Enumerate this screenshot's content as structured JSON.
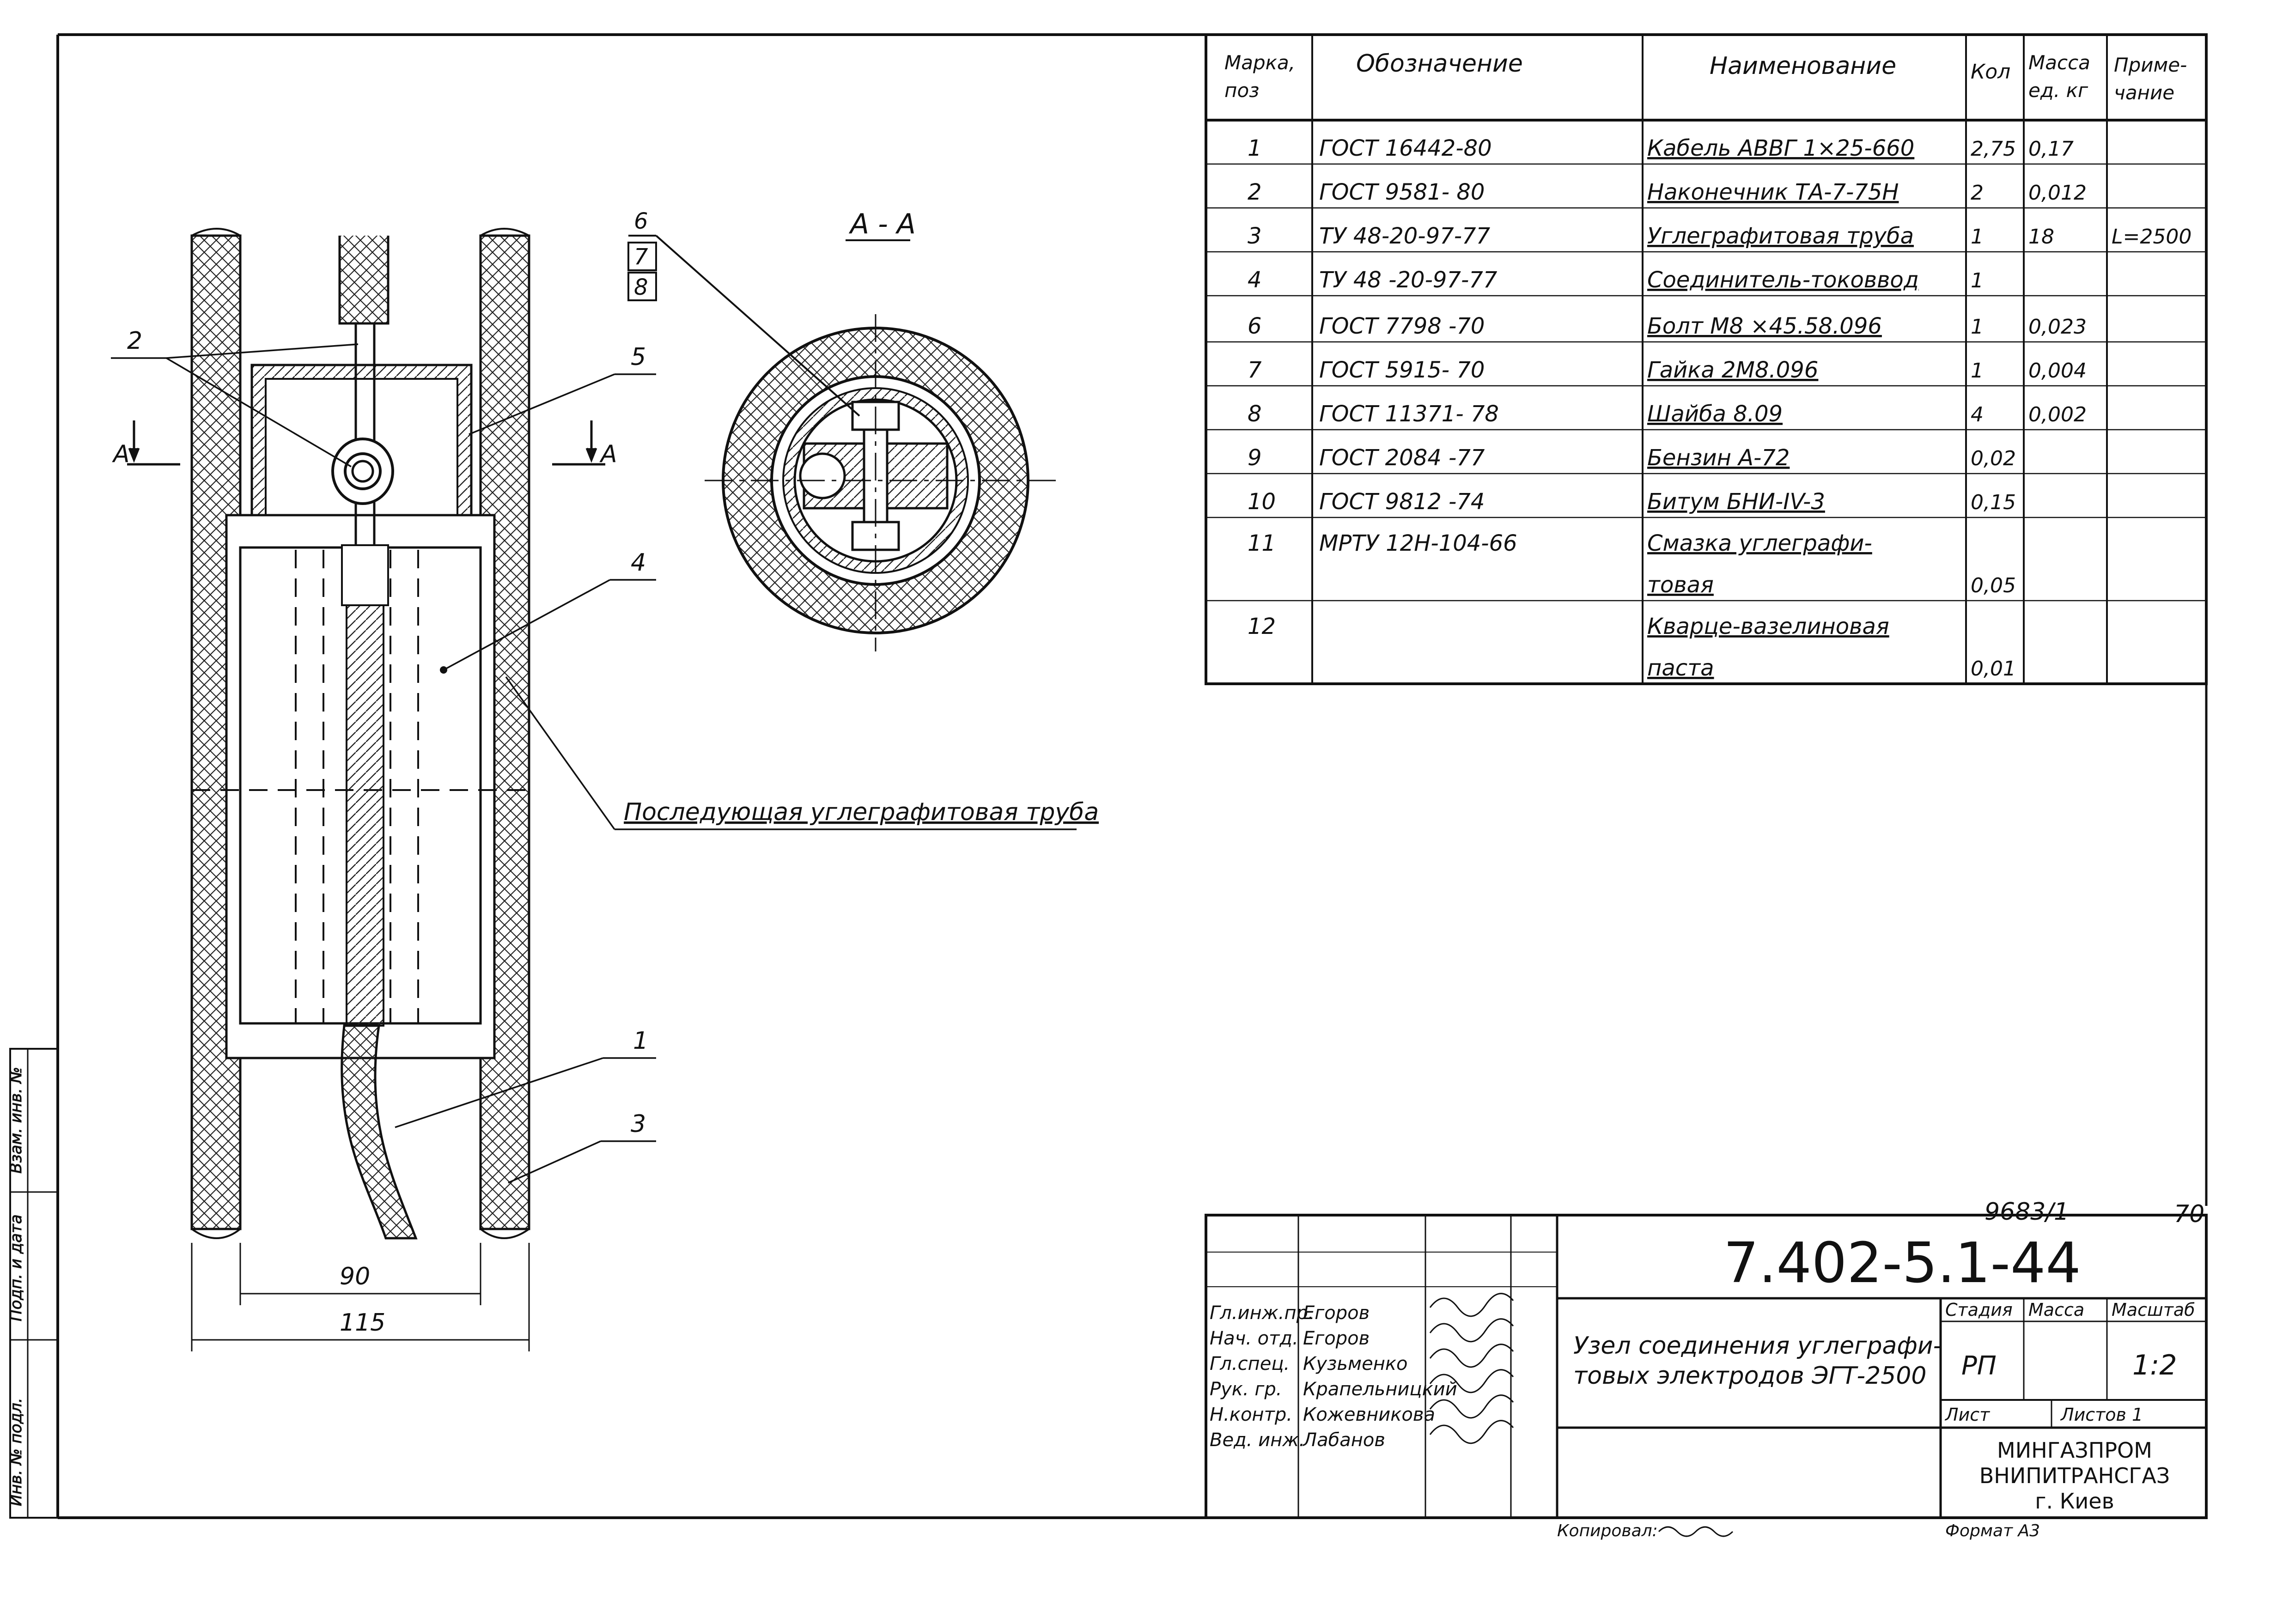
{
  "drawing": {
    "section_label": "А - А",
    "section_markers": [
      "А",
      "А"
    ],
    "callouts": [
      "2",
      "5",
      "4",
      "1",
      "3",
      "6",
      "7",
      "8"
    ],
    "dimensions": {
      "inner": "90",
      "outer": "115"
    },
    "next_pipe_label": "Последующая  углеграфитовая  труба"
  },
  "spec_table": {
    "headers": {
      "mark": [
        "Марка,",
        "поз"
      ],
      "designation": "Обозначение",
      "name": "Наименование",
      "qty": "Кол",
      "mass": [
        "Масса",
        "ед. кг"
      ],
      "note": [
        "Приме-",
        "чание"
      ]
    },
    "rows": [
      {
        "pos": "1",
        "des": "ГОСТ  16442-80",
        "name": [
          "Кабель АВВГ 1×25-660"
        ],
        "qty": "2,75",
        "mass": "0,17",
        "note": ""
      },
      {
        "pos": "2",
        "des": "ГОСТ  9581- 80",
        "name": [
          "Наконечник ТА-7-75Н"
        ],
        "qty": "2",
        "mass": "0,012",
        "note": ""
      },
      {
        "pos": "3",
        "des": "ТУ 48-20-97-77",
        "name": [
          "Углеграфитовая труба"
        ],
        "qty": "1",
        "mass": "18",
        "note": "L=2500"
      },
      {
        "pos": "4",
        "des": "ТУ 48 -20-97-77",
        "name": [
          "Соединитель-токоввод"
        ],
        "qty": "1",
        "mass": "",
        "note": ""
      },
      {
        "pos": "6",
        "des": "ГОСТ  7798 -70",
        "name": [
          "Болт М8 ×45.58.096"
        ],
        "qty": "1",
        "mass": "0,023",
        "note": ""
      },
      {
        "pos": "7",
        "des": "ГОСТ  5915- 70",
        "name": [
          "Гайка 2М8.096"
        ],
        "qty": "1",
        "mass": "0,004",
        "note": ""
      },
      {
        "pos": "8",
        "des": "ГОСТ  11371- 78",
        "name": [
          "Шайба 8.09"
        ],
        "qty": "4",
        "mass": "0,002",
        "note": ""
      },
      {
        "pos": "9",
        "des": "ГОСТ   2084 -77",
        "name": [
          "Бензин А-72"
        ],
        "qty": "0,02",
        "mass": "",
        "note": ""
      },
      {
        "pos": "10",
        "des": "ГОСТ   9812 -74",
        "name": [
          "Битум БНИ-IV-3"
        ],
        "qty": "0,15",
        "mass": "",
        "note": ""
      },
      {
        "pos": "11",
        "des": "МРТУ 12Н-104-66",
        "name": [
          "Смазка  углеграфи-",
          "товая"
        ],
        "qty": "0,05",
        "mass": "",
        "note": ""
      },
      {
        "pos": "12",
        "des": "",
        "name": [
          "Кварце-вазелиновая",
          "паста"
        ],
        "qty": "0,01",
        "mass": "",
        "note": ""
      }
    ]
  },
  "title_block": {
    "sheet_ref": "9683/1",
    "page_num": "70",
    "doc_number": "7.402-5.1-44",
    "title": [
      "Узел  соединения  углеграфи-",
      "товых  электродов  ЭГТ-2500"
    ],
    "stage_label": "Стадия",
    "mass_label": "Масса",
    "scale_label": "Масштаб",
    "stage": "РП",
    "scale": "1:2",
    "sheet_label": "Лист",
    "sheets_label": "Листов 1",
    "org": [
      "МИНГАЗПРОМ",
      "ВНИПИТРАНСГАЗ",
      "г. Киев"
    ],
    "people": [
      {
        "role": "Гл.инж.пр.",
        "name": "Егоров"
      },
      {
        "role": "Нач. отд.",
        "name": "Егоров"
      },
      {
        "role": "Гл.спец.",
        "name": "Кузьменко"
      },
      {
        "role": "Рук. гр.",
        "name": "Крапельницкий"
      },
      {
        "role": "Н.контр.",
        "name": "Кожевникова"
      },
      {
        "role": "Вед. инж.",
        "name": "Лабанов"
      }
    ],
    "copied_by": "Копировал:",
    "format": "Формат А3"
  },
  "side_stamp": [
    "Взам. инв. №",
    "Подп. и дата",
    "Инв. № подл."
  ]
}
